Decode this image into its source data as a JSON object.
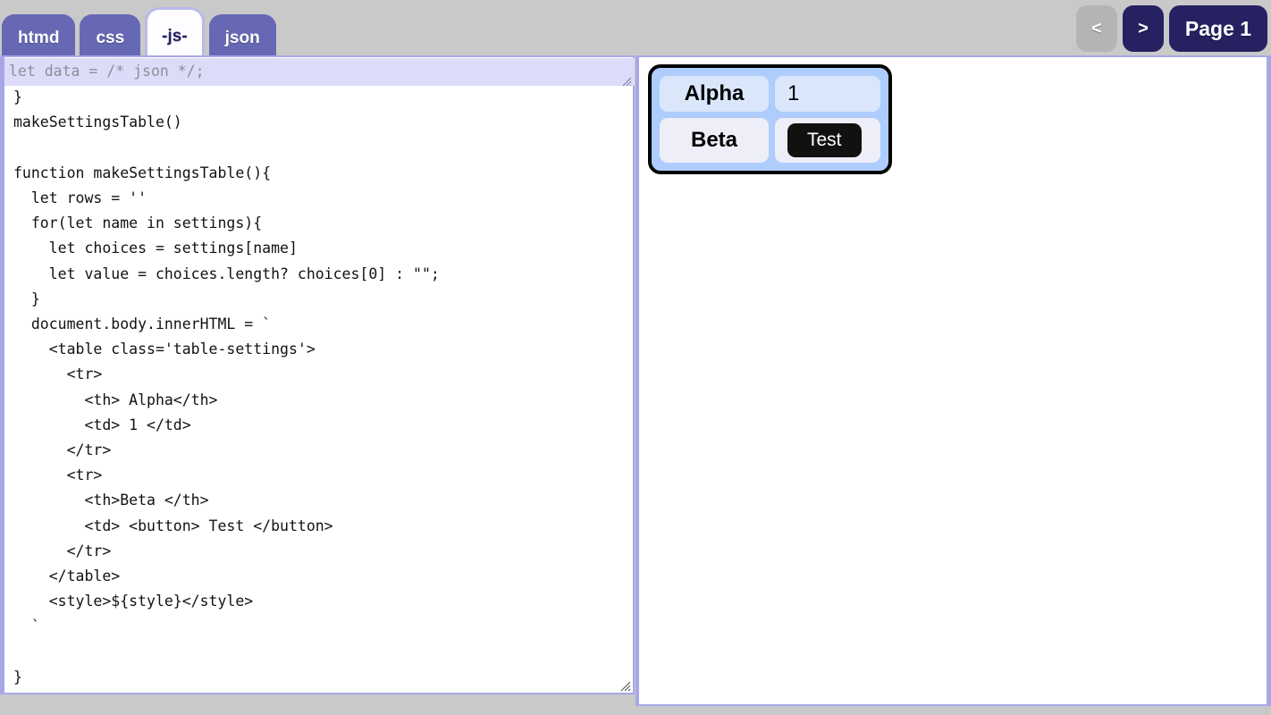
{
  "tabs": [
    {
      "label": "htmd",
      "active": false
    },
    {
      "label": "css",
      "active": false
    },
    {
      "label": "-js-",
      "active": true
    },
    {
      "label": "json",
      "active": false
    }
  ],
  "nav": {
    "prev_label": "<",
    "next_label": ">",
    "page_label": "Page 1"
  },
  "json_overlay": {
    "value": "let data = /* json */;",
    "placeholder": "let data = /* json */;"
  },
  "editor": {
    "value": "  'beta' : words('a b c d e')\n}\nmakeSettingsTable()\n\nfunction makeSettingsTable(){\n  let rows = ''\n  for(let name in settings){\n    let choices = settings[name]\n    let value = choices.length? choices[0] : \"\";\n  }\n  document.body.innerHTML = `\n    <table class='table-settings'>\n      <tr>\n        <th> Alpha</th>\n        <td> 1 </td>\n      </tr>\n      <tr>\n        <th>Beta </th>\n        <td> <button> Test </button>\n      </tr>\n    </table>\n    <style>${style}</style>\n  `\n\n}"
  },
  "preview": {
    "table_class": "table-settings",
    "rows": [
      {
        "header": "Alpha",
        "value": "1",
        "kind": "text"
      },
      {
        "header": "Beta",
        "value": "Test",
        "kind": "button"
      }
    ]
  },
  "colors": {
    "tab_inactive": "#6668b4",
    "tab_active_bg": "#fdfdff",
    "tab_active_text": "#221f66",
    "nav_active": "#262262",
    "nav_disabled": "#b4b4b4",
    "page_bg": "#c9c9c9",
    "pane_border": "#a7a7e8",
    "overlay_bg": "#dddcf8",
    "table_bg": "#aecdfc",
    "cell_row1": "#dae7fb",
    "cell_row2": "#eeeef8",
    "button_bg": "#111111"
  }
}
